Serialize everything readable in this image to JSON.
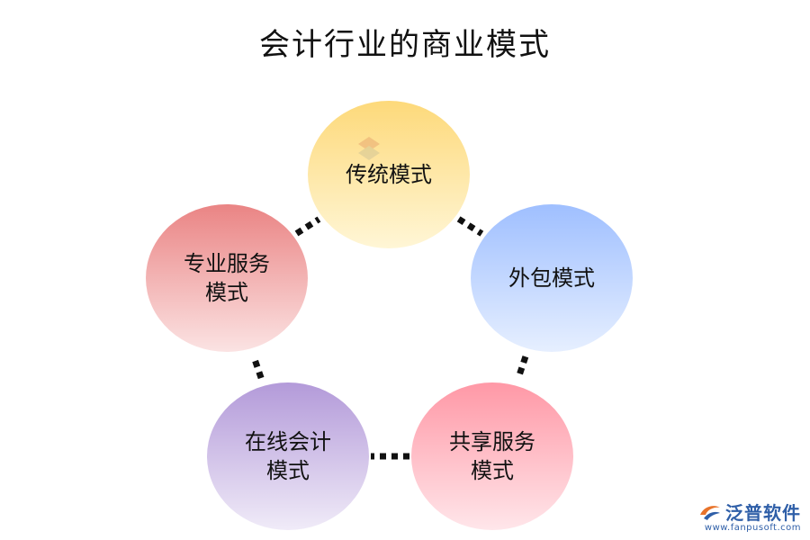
{
  "title": "会计行业的商业模式",
  "nodes": [
    {
      "id": "traditional",
      "label": "传统模式",
      "color_top": "#fdd97a",
      "color_bottom": "#fff6d6"
    },
    {
      "id": "outsourcing",
      "label": "外包模式",
      "color_top": "#9fbfff",
      "color_bottom": "#e6efff"
    },
    {
      "id": "shared-service",
      "label": "共享服务\n模式",
      "color_top": "#ff98a6",
      "color_bottom": "#ffe6ea"
    },
    {
      "id": "online-accounting",
      "label": "在线会计\n模式",
      "color_top": "#b39ad9",
      "color_bottom": "#f0ebf8"
    },
    {
      "id": "professional-service",
      "label": "专业服务\n模式",
      "color_top": "#ea8484",
      "color_bottom": "#fbe3e3"
    }
  ],
  "brand": {
    "name": "泛普软件",
    "url": "www.fanpusoft.com",
    "color": "#2f5fa8"
  }
}
